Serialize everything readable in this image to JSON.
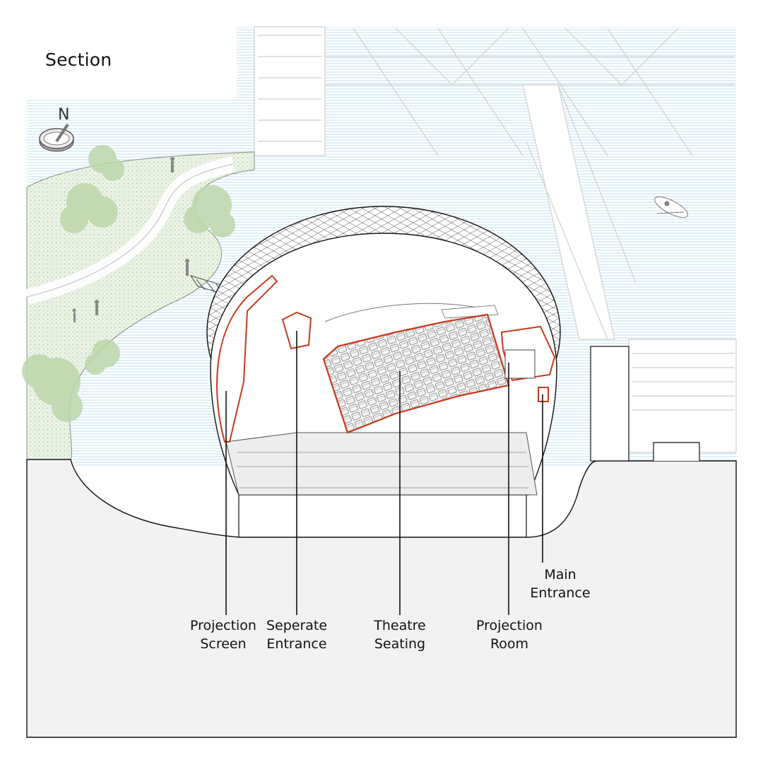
{
  "title": "Section",
  "north_label": "N",
  "labels": {
    "projection_screen": [
      "Projection",
      "Screen"
    ],
    "separate_entrance": [
      "Seperate",
      "Entrance"
    ],
    "theatre_seating": [
      "Theatre",
      "Seating"
    ],
    "projection_room": [
      "Projection",
      "Room"
    ],
    "main_entrance": [
      "Main",
      "Entrance"
    ]
  },
  "colors": {
    "highlight": "#c8391c",
    "water": "#d9eef7",
    "ground": "#f2f2f2",
    "vegetation": "#cfe3c3",
    "line": "#111111"
  }
}
